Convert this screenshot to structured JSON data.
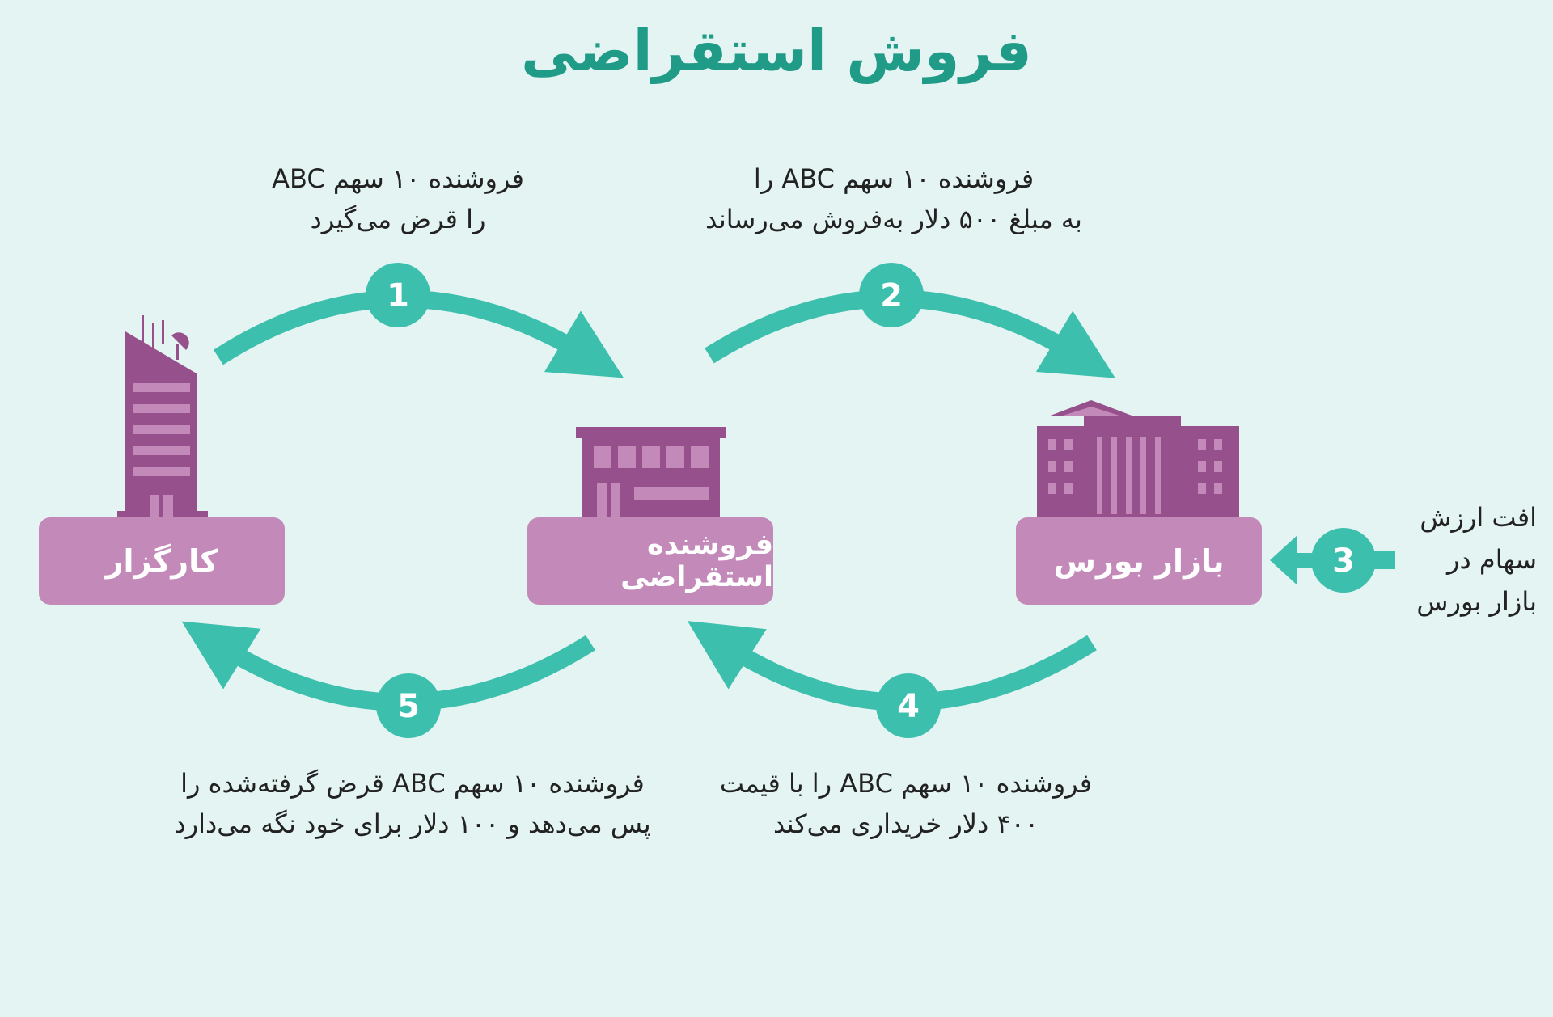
{
  "title": "فروش استقراضی",
  "nodes": {
    "broker": "کارگزار",
    "short_seller": "فروشنده استقراضی",
    "stock_market": "بازار بورس"
  },
  "steps": [
    {
      "number": "1",
      "line1": "فروشنده ۱۰ سهم ABC",
      "line2": "را قرض می‌گیرد"
    },
    {
      "number": "2",
      "line1": "فروشنده ۱۰ سهم ABC را",
      "line2": "به مبلغ ۵۰۰ دلار به‌فروش می‌رساند"
    },
    {
      "number": "3",
      "line1": "افت ارزش",
      "line2": "سهام در",
      "line3": "بازار بورس"
    },
    {
      "number": "4",
      "line1": "فروشنده ۱۰ سهم ABC را با قیمت",
      "line2": "۴۰۰ دلار خریداری می‌کند"
    },
    {
      "number": "5",
      "line1": "فروشنده ۱۰ سهم ABC قرض گرفته‌شده را",
      "line2": "پس می‌دهد و ۱۰۰ دلار برای خود نگه می‌دارد"
    }
  ],
  "colors": {
    "background": "#e3f4f2",
    "title": "#1f9b88",
    "arrow": "#3dbfae",
    "box": "#c389b9",
    "building": "#96508c"
  },
  "icons": [
    "office-tower-icon",
    "shop-building-icon",
    "stock-exchange-building-icon"
  ]
}
